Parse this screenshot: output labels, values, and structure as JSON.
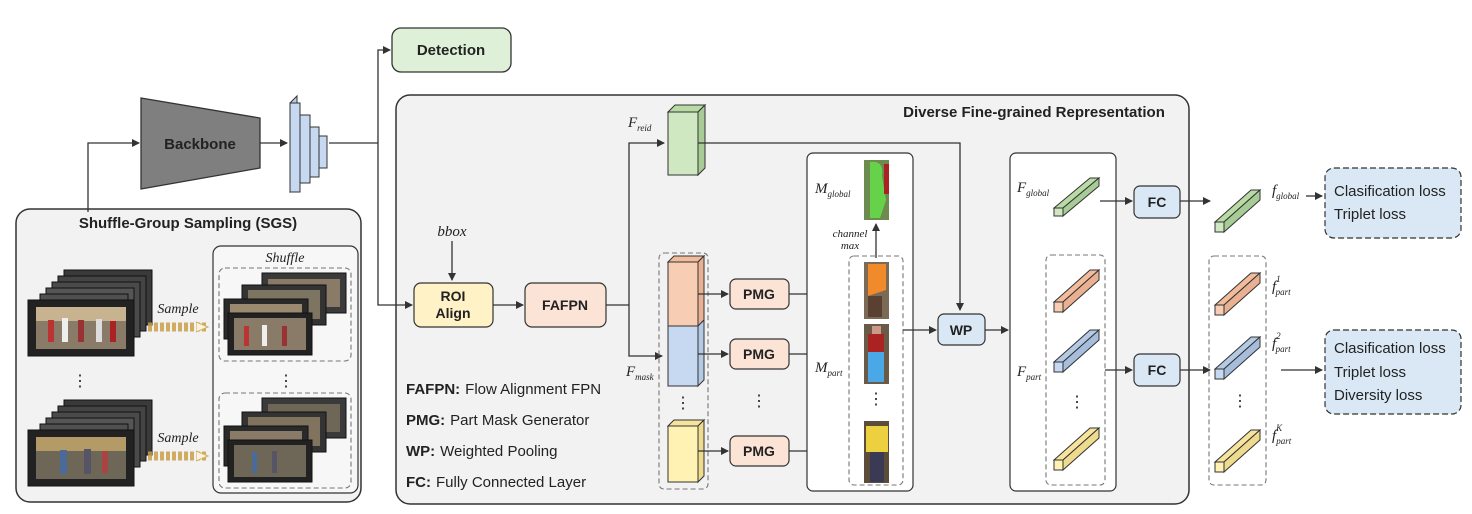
{
  "detection": "Detection",
  "backbone": "Backbone",
  "sgs": {
    "title": "Shuffle-Group Sampling (SGS)",
    "shuffle": "Shuffle",
    "sample1": "Sample",
    "sample2": "Sample",
    "dots_left": "⋮",
    "dots_right": "⋮"
  },
  "dfr": {
    "title": "Diverse Fine-grained Representation",
    "bbox": "bbox",
    "roi_line1": "ROI",
    "roi_line2": "Align",
    "fafpn": "FAFPN",
    "pmg1": "PMG",
    "pmg2": "PMG",
    "pmg3": "PMG",
    "wp": "WP",
    "fc_global": "FC",
    "fc_part": "FC",
    "channel_max_1": "channel",
    "channel_max_2": "max",
    "F_reid": {
      "base": "F",
      "sub": "reid"
    },
    "F_mask": {
      "base": "F",
      "sub": "mask"
    },
    "M_global": {
      "base": "M",
      "sub": "global"
    },
    "M_part": {
      "base": "M",
      "sub": "part"
    },
    "F_global": {
      "base": "F",
      "sub": "global"
    },
    "F_part": {
      "base": "F",
      "sub": "part"
    },
    "f_global": {
      "base": "f",
      "sub": "global"
    },
    "f_part1": {
      "base": "f",
      "sub": "part",
      "sup": "1"
    },
    "f_part2": {
      "base": "f",
      "sub": "part",
      "sup": "2"
    },
    "f_partK": {
      "base": "f",
      "sub": "part",
      "sup": "K"
    }
  },
  "legend": [
    {
      "abbr": "FAFPN:",
      "text": "Flow Alignment FPN"
    },
    {
      "abbr": "PMG:",
      "text": "Part Mask Generator"
    },
    {
      "abbr": "WP:",
      "text": "Weighted Pooling"
    },
    {
      "abbr": "FC:",
      "text": "Fully Connected Layer"
    }
  ],
  "loss_global": [
    "Clasification loss",
    "Triplet loss"
  ],
  "loss_part": [
    "Clasification loss",
    "Triplet loss",
    "Diversity loss"
  ],
  "colors": {
    "detection": "#dff0d8",
    "backbone": "#7f7f7f",
    "roi": "#fff2c6",
    "fafpn": "#fbe3d6",
    "pmg": "#fbe3d6",
    "wp_fc": "#dae8f5",
    "loss": "#dae8f5",
    "green_cube": "#cfe8c2",
    "orange_cube": "#f7cdb4",
    "blue_cube": "#c6d9f0",
    "yellow_cube": "#fff2b3"
  }
}
